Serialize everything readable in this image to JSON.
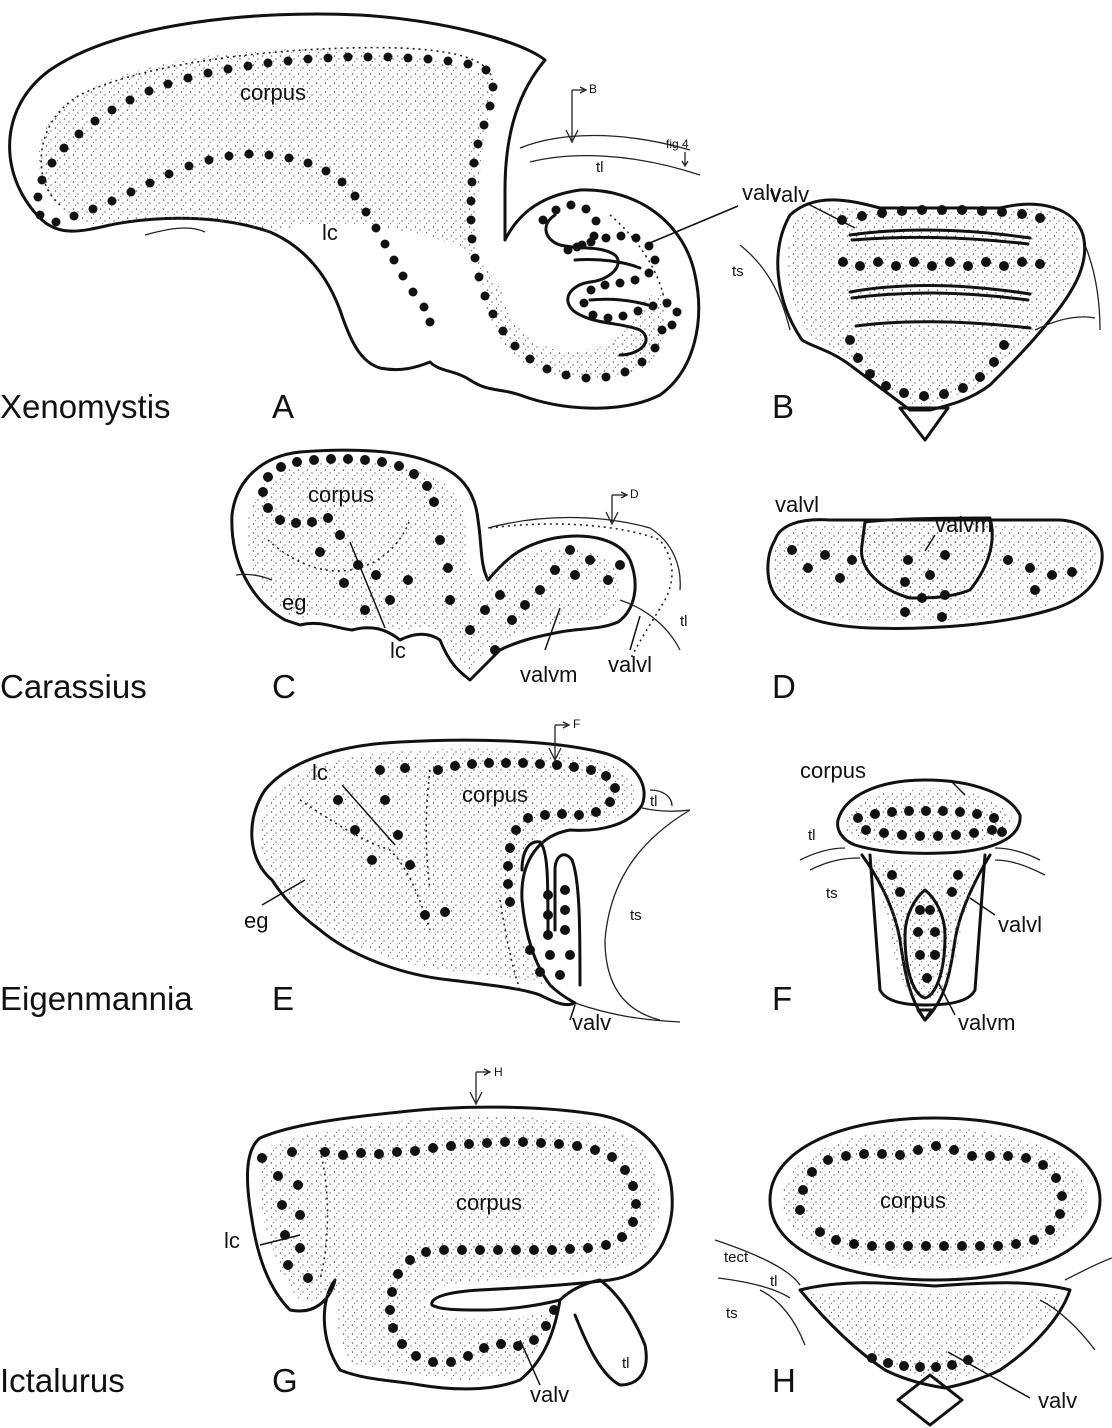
{
  "figure": {
    "species": [
      "Xenomystis",
      "Carassius",
      "Eigenmannia",
      "Ictalurus"
    ],
    "panels": [
      "A",
      "B",
      "C",
      "D",
      "E",
      "F",
      "G",
      "H"
    ],
    "section_markers": [
      "B",
      "D",
      "F",
      "H"
    ],
    "fig_ref": "fig 4",
    "labels": {
      "corpus": "corpus",
      "lc": "lc",
      "eg": "eg",
      "tl": "tl",
      "ts": "ts",
      "tect": "tect",
      "valv": "valv",
      "valvl": "valvl",
      "valvm": "valvm"
    },
    "colors": {
      "ink": "#111111",
      "background": "#ffffff"
    }
  }
}
